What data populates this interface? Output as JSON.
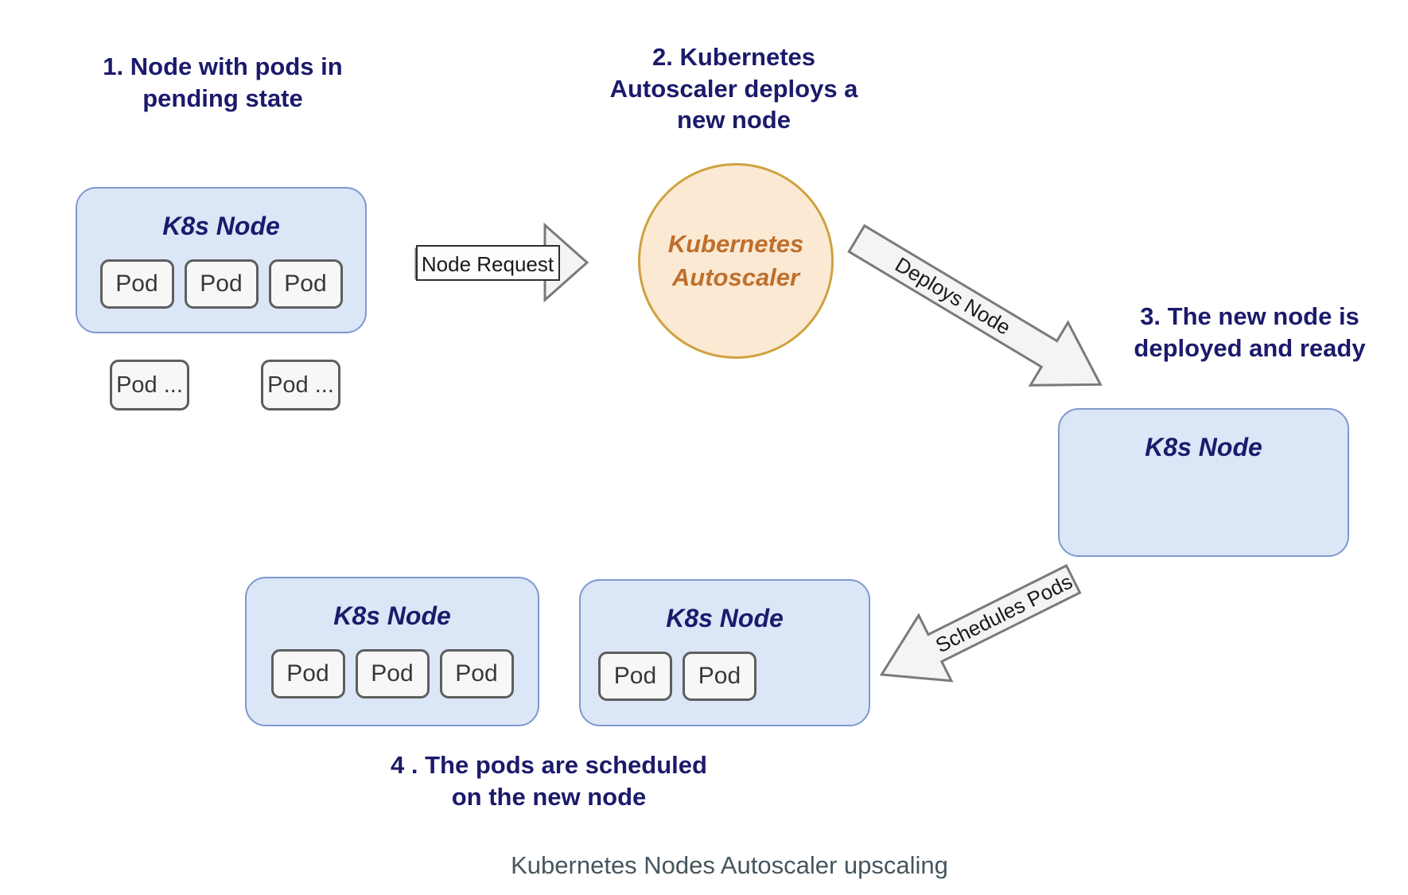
{
  "diagram": {
    "step1_label": {
      "line1": "1. Node with pods in",
      "line2": "pending state"
    },
    "step2_label": {
      "line1": "2. Kubernetes",
      "line2": "Autoscaler deploys a",
      "line3": "new node"
    },
    "step3_label": {
      "line1": "3. The new node is",
      "line2": "deployed and ready"
    },
    "step4_label": {
      "line1": "4 . The pods are scheduled",
      "line2": "on the new node"
    },
    "autoscaler": {
      "line1": "Kubernetes",
      "line2": "Autoscaler"
    },
    "nodes": {
      "pending_node": {
        "title": "K8s Node",
        "pods": [
          "Pod",
          "Pod",
          "Pod"
        ]
      },
      "overflow_pods": [
        "Pod ...",
        "Pod ..."
      ],
      "new_node": {
        "title": "K8s Node"
      },
      "scheduled_node_a": {
        "title": "K8s Node",
        "pods": [
          "Pod",
          "Pod",
          "Pod"
        ]
      },
      "scheduled_node_b": {
        "title": "K8s Node",
        "pods": [
          "Pod",
          "Pod"
        ]
      }
    },
    "arrows": {
      "node_request": "Node Request",
      "deploys_node": "Deploys Node",
      "schedules_pods": "Schedules Pods"
    },
    "caption": "Kubernetes Nodes Autoscaler upscaling",
    "colors": {
      "label_navy": "#1b1a6b",
      "node_fill": "#dbe6f7",
      "node_border": "#7e99cf",
      "pod_fill": "#f7f7f7",
      "pod_border": "#5e5e5e",
      "autoscaler_fill": "#fbe9d3",
      "autoscaler_border": "#d0a13f",
      "autoscaler_text": "#bf6f2d",
      "arrow_fill": "#f4f4f4",
      "arrow_border": "#7a7a7a",
      "caption_text": "#46555e"
    }
  }
}
